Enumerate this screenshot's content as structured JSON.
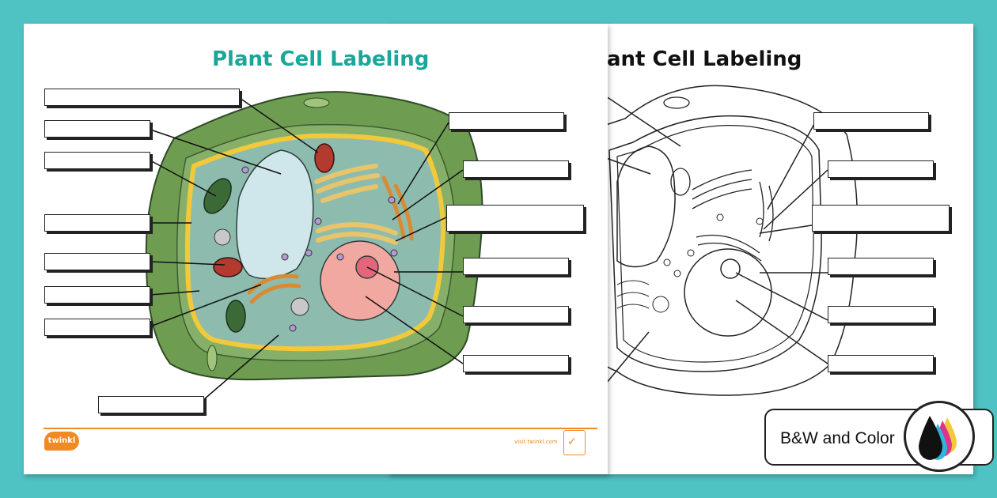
{
  "worksheet_color": {
    "title": "Plant Cell Labeling",
    "footer_logo": "twinkl",
    "footer_visit": "visit twinkl.com"
  },
  "worksheet_bw": {
    "title": "Plant Cell Labeling"
  },
  "tag": {
    "label": "B&W and Color"
  },
  "colors": {
    "background": "#4fc3c4",
    "title_teal": "#1aa79a",
    "footer_orange": "#f08a24",
    "cell_wall_green": "#6e9d52",
    "membrane_yellow": "#f2c93a",
    "cytoplasm": "#8dbcaf",
    "vacuole": "#cfe6ea",
    "nucleus": "#f0a8a0"
  },
  "icons": [
    "twinkl-logo",
    "ink-drops-icon",
    "quality-badge-icon"
  ]
}
